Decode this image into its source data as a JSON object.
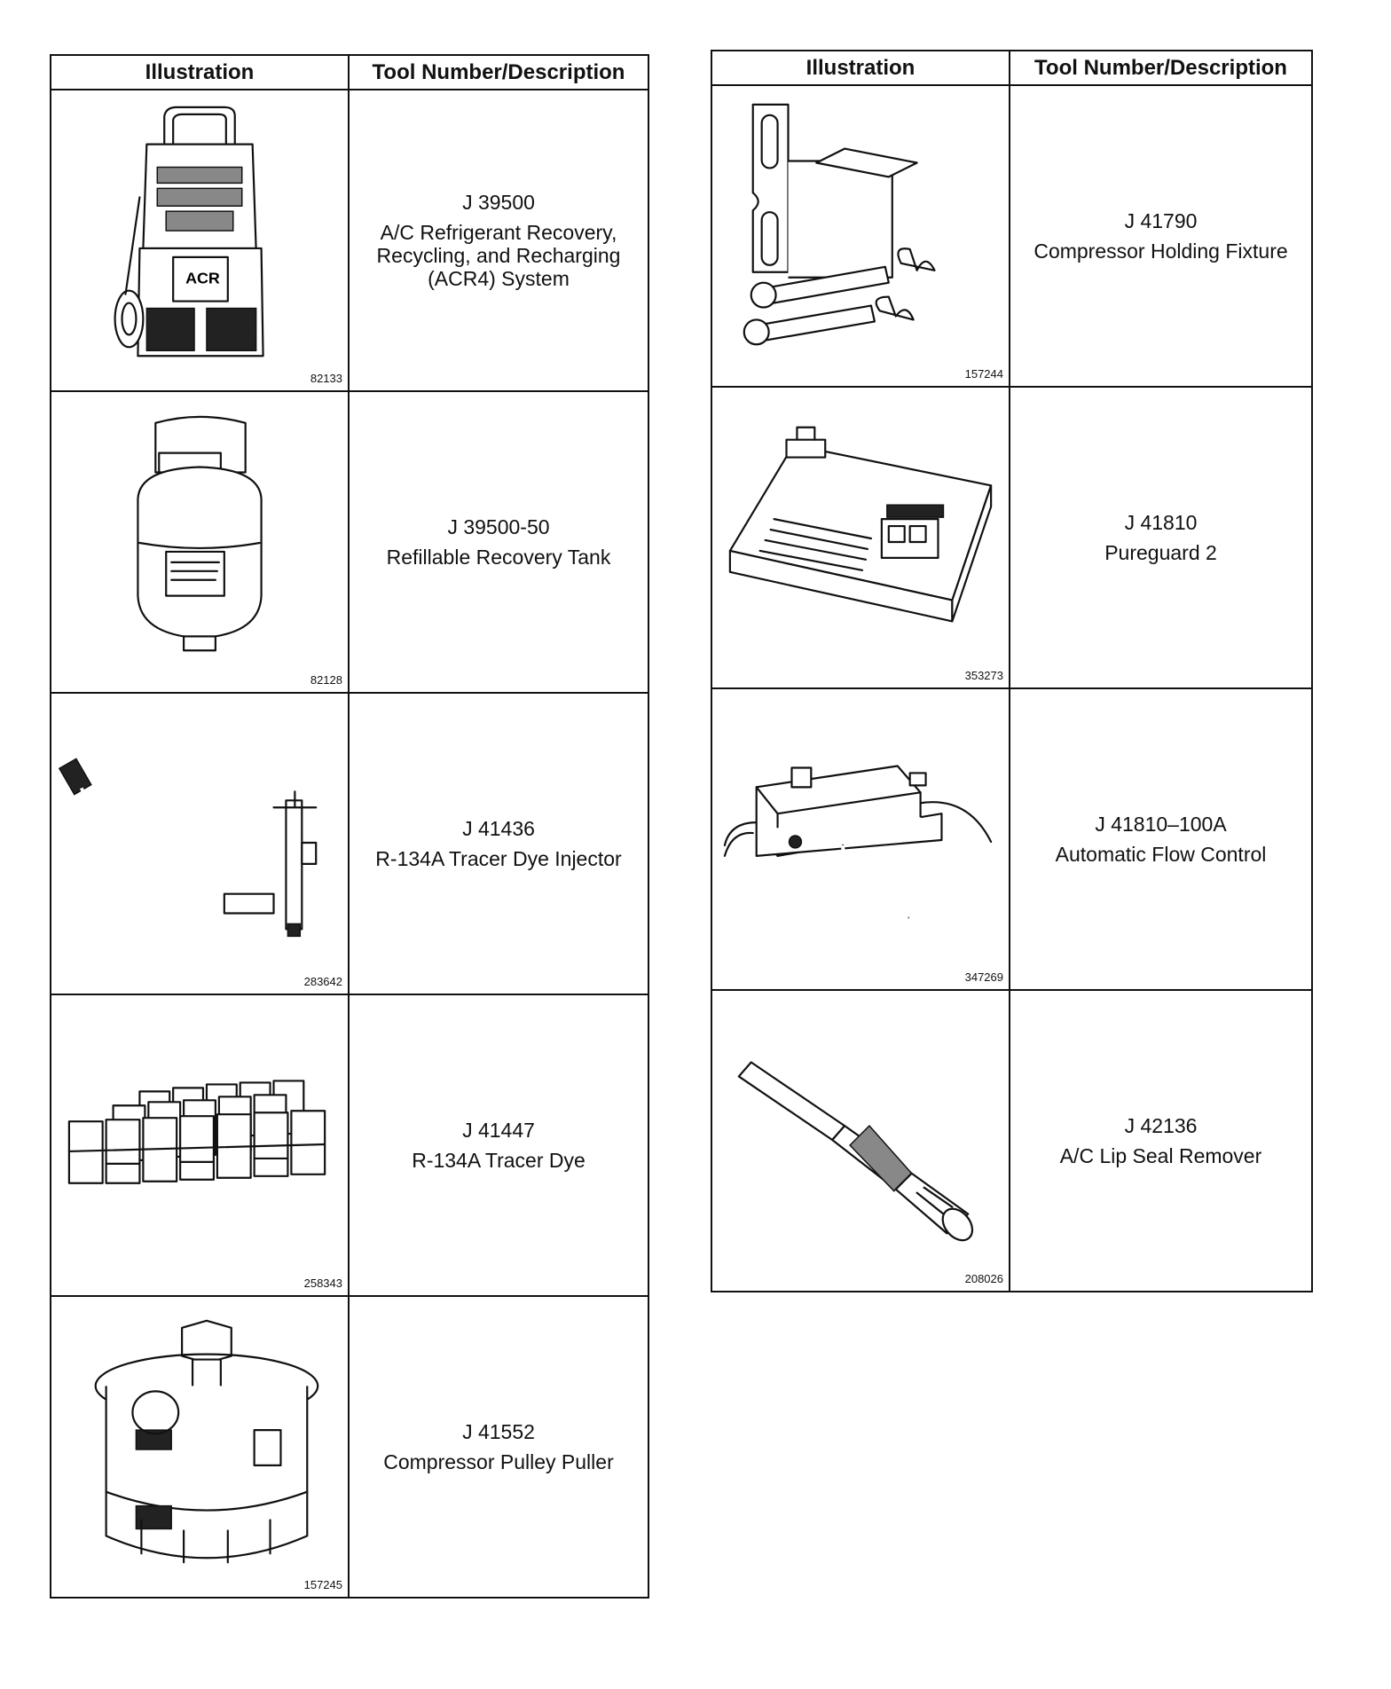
{
  "headers": {
    "illustration": "Illustration",
    "tool": "Tool Number/Description"
  },
  "left": [
    {
      "fig": "82133",
      "number": "J 39500",
      "desc": "A/C Refrigerant Recovery,\nRecycling, and Recharging\n(ACR4) System",
      "icon": "acr4-recovery-station-icon"
    },
    {
      "fig": "82128",
      "number": "J 39500-50",
      "desc": "Refillable Recovery Tank",
      "icon": "recovery-tank-icon"
    },
    {
      "fig": "283642",
      "number": "J 41436",
      "desc": "R-134A Tracer Dye Injector",
      "icon": "dye-injector-icon"
    },
    {
      "fig": "258343",
      "number": "J 41447",
      "desc": "R-134A Tracer Dye",
      "icon": "dye-bottles-icon"
    },
    {
      "fig": "157245",
      "number": "J 41552",
      "desc": "Compressor Pulley Puller",
      "icon": "pulley-puller-icon"
    }
  ],
  "right": [
    {
      "fig": "157244",
      "number": "J 41790",
      "desc": "Compressor Holding Fixture",
      "icon": "holding-fixture-icon"
    },
    {
      "fig": "353273",
      "number": "J 41810",
      "desc": "Pureguard 2",
      "icon": "pureguard-unit-icon"
    },
    {
      "fig": "347269",
      "number": "J 41810–100A",
      "desc": "Automatic Flow Control",
      "icon": "flow-control-icon"
    },
    {
      "fig": "208026",
      "number": "J 42136",
      "desc": "A/C Lip Seal Remover",
      "icon": "lip-seal-remover-icon"
    }
  ]
}
